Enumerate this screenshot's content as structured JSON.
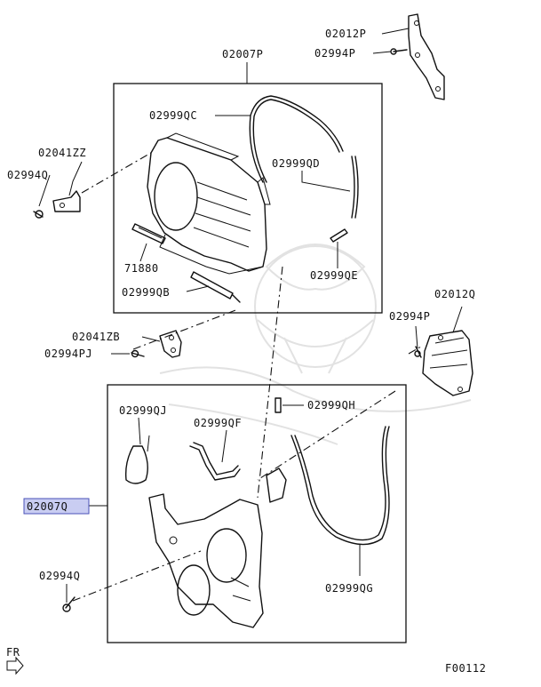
{
  "labels": {
    "c02012P": "02012P",
    "c02994P_top": "02994P",
    "c02007P": "02007P",
    "c02999QC": "02999QC",
    "c02041ZZ": "02041ZZ",
    "c02994Q_top": "02994Q",
    "c02999QD": "02999QD",
    "c71880": "71880",
    "c02999QE": "02999QE",
    "c02999QB": "02999QB",
    "c02012Q": "02012Q",
    "c02994P_right": "02994P",
    "c02041ZB": "02041ZB",
    "c02994PJ": "02994PJ",
    "c02999QJ": "02999QJ",
    "c02999QF": "02999QF",
    "c02999QH": "02999QH",
    "c02007Q": "02007Q",
    "c02994Q_bottom": "02994Q",
    "c02999QG": "02999QG"
  },
  "highlighted_callout": "02007Q",
  "highlight_color": "#c9cdf2",
  "fr_label": "FR",
  "figure_code": "F00112"
}
